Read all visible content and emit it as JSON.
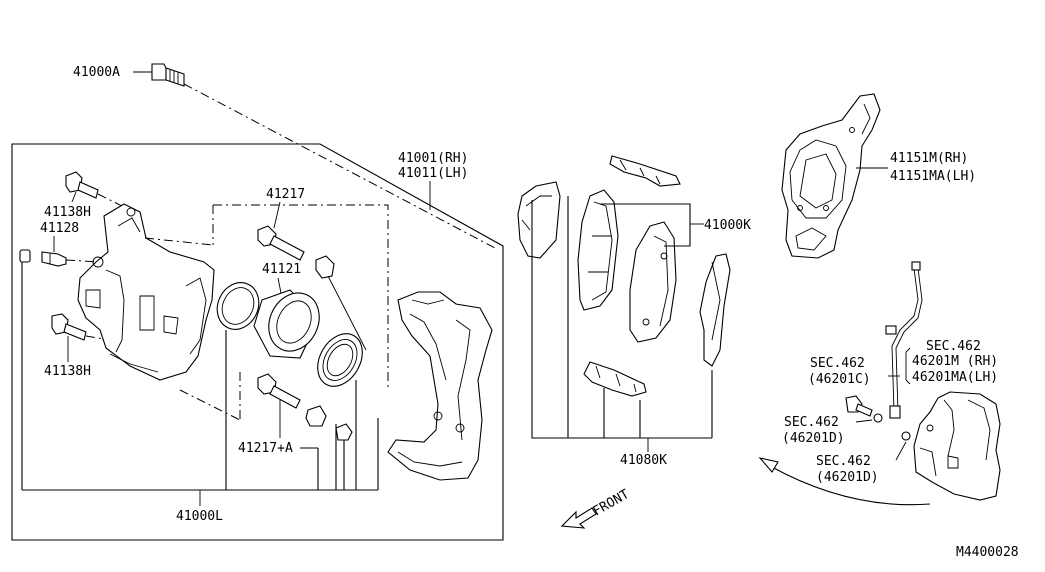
{
  "labels": {
    "bolt_41000a": "41000A",
    "caliper_rh": "41001(RH)",
    "caliper_lh": "41011(LH)",
    "bolt_41138h_top": "41138H",
    "bleeder_41128": "41128",
    "bolt_41138h_bottom": "41138H",
    "pin_41217": "41217",
    "seal_41121": "41121",
    "pin_41217a": "41217+A",
    "kit_41000l": "41000L",
    "pad_kit_41000k": "41000K",
    "hardware_41080k": "41080K",
    "shield_rh": "41151M(RH)",
    "shield_lh": "41151MA(LH)",
    "sec462_hose_a": "SEC.462",
    "hose_rh": "46201M  (RH)",
    "hose_lh": "46201MA(LH)",
    "sec462_b": "SEC.462",
    "hose_46201c": "(46201C)",
    "sec462_c": "SEC.462",
    "washer_46201d_top": "(46201D)",
    "sec462_d": "SEC.462",
    "washer_46201d_bottom": "(46201D)",
    "front_arrow_label": "FRONT",
    "diagram_id": "M4400028"
  }
}
